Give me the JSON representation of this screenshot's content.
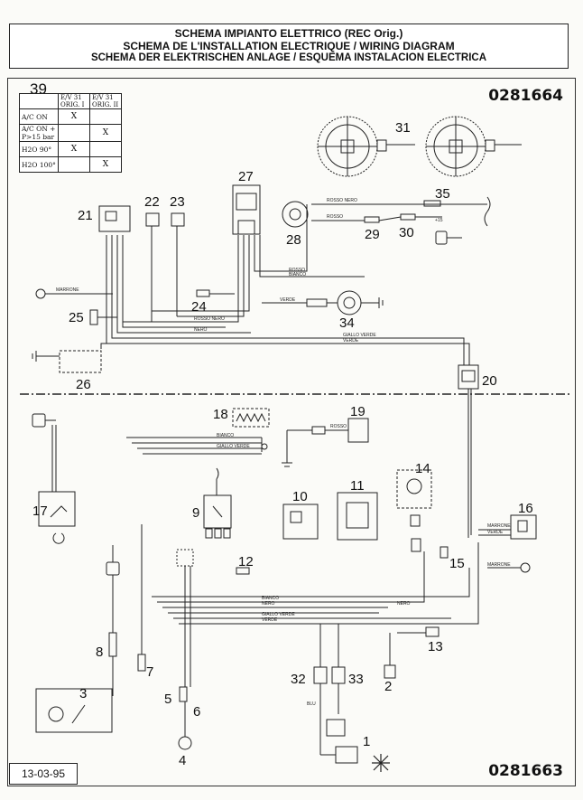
{
  "title": {
    "line1": "SCHEMA IMPIANTO ELETTRICO (REC Orig.)",
    "line2": "SCHEMA DE L'INSTALLATION ELECTRIQUE / WIRING DIAGRAM",
    "line3": "SCHEMA DER ELEKTRISCHEN ANLAGE / ESQUEMA INSTALACION ELECTRICA"
  },
  "code_top": "0281664",
  "code_bottom": "0281663",
  "date": "13-03-95",
  "table": {
    "number": "39",
    "col1": "E/V 31 ORIG. I",
    "col2": "E/V 31 ORIG. II",
    "rows": [
      {
        "label": "A/C ON",
        "c1": "X",
        "c2": ""
      },
      {
        "label": "A/C ON + P>15 bar",
        "c1": "",
        "c2": "X"
      },
      {
        "label": "H2O 90°",
        "c1": "X",
        "c2": ""
      },
      {
        "label": "H2O 100°",
        "c1": "",
        "c2": "X"
      }
    ]
  },
  "components": [
    "1",
    "2",
    "3",
    "4",
    "5",
    "6",
    "7",
    "8",
    "9",
    "10",
    "11",
    "12",
    "13",
    "14",
    "15",
    "16",
    "17",
    "18",
    "19",
    "20",
    "21",
    "22",
    "23",
    "24",
    "25",
    "26",
    "27",
    "28",
    "29",
    "30",
    "31",
    "32",
    "33",
    "34",
    "35"
  ],
  "wire_labels": {
    "rosso_nero": "ROSSO NERO",
    "rosso": "ROSSO",
    "bianco": "BIANCO",
    "nero": "NERO",
    "verde": "VERDE",
    "marrone": "MARRONE",
    "giallo_verde": "GIALLO VERDE",
    "blu": "BLU",
    "plus15": "+15"
  }
}
